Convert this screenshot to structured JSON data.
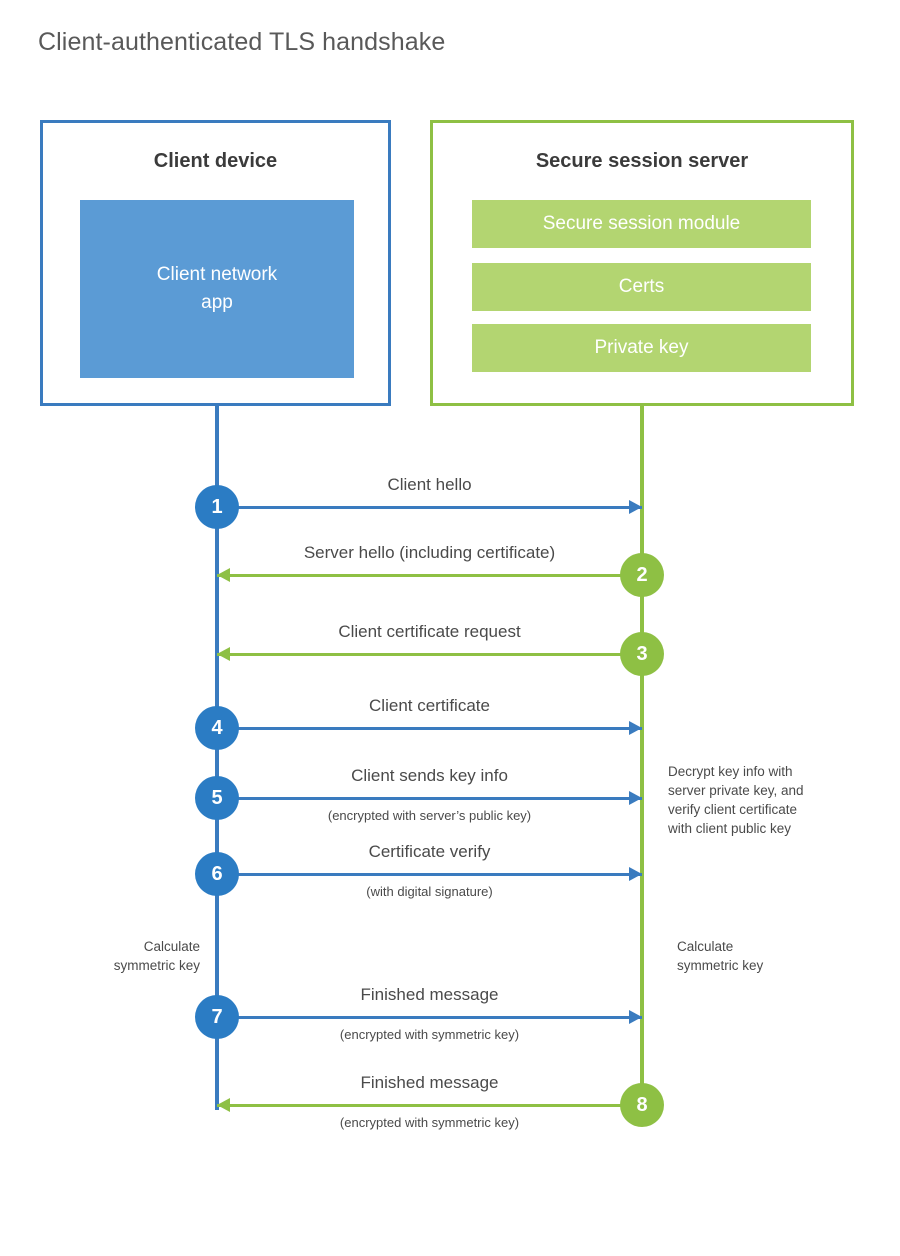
{
  "title": "Client-authenticated TLS handshake",
  "colors": {
    "client_blue": "#3a7bbf",
    "client_app_fill": "#5b9bd5",
    "server_green": "#8ec044",
    "server_block_fill": "#b3d571",
    "step_circle_blue": "#2b7cc4",
    "step_circle_green": "#8ec044",
    "text_gray": "#4a4a4a",
    "title_gray": "#595959"
  },
  "entities": {
    "client": {
      "title": "Client device",
      "app_label": "Client network\napp"
    },
    "server": {
      "title": "Secure session server",
      "blocks": [
        "Secure session module",
        "Certs",
        "Private key"
      ]
    }
  },
  "messages": [
    {
      "step": "1",
      "label": "Client hello",
      "sublabel": "",
      "direction": "client-to-server",
      "color": "blue"
    },
    {
      "step": "2",
      "label": "Server hello (including certificate)",
      "sublabel": "",
      "direction": "server-to-client",
      "color": "green"
    },
    {
      "step": "3",
      "label": "Client certificate request",
      "sublabel": "",
      "direction": "server-to-client",
      "color": "green"
    },
    {
      "step": "4",
      "label": "Client certificate",
      "sublabel": "",
      "direction": "client-to-server",
      "color": "blue"
    },
    {
      "step": "5",
      "label": "Client sends key info",
      "sublabel": "(encrypted with server’s public key)",
      "direction": "client-to-server",
      "color": "blue"
    },
    {
      "step": "6",
      "label": "Certificate verify",
      "sublabel": "(with digital signature)",
      "direction": "client-to-server",
      "color": "blue"
    },
    {
      "step": "7",
      "label": "Finished message",
      "sublabel": "(encrypted with symmetric key)",
      "direction": "client-to-server",
      "color": "blue"
    },
    {
      "step": "8",
      "label": "Finished message",
      "sublabel": "(encrypted with symmetric key)",
      "direction": "server-to-client",
      "color": "green"
    }
  ],
  "annotations": {
    "server_decrypt": "Decrypt key info with\nserver private key, and\nverify client certificate\nwith client public key",
    "client_calculate": "Calculate\nsymmetric key",
    "server_calculate": "Calculate\nsymmetric key"
  }
}
